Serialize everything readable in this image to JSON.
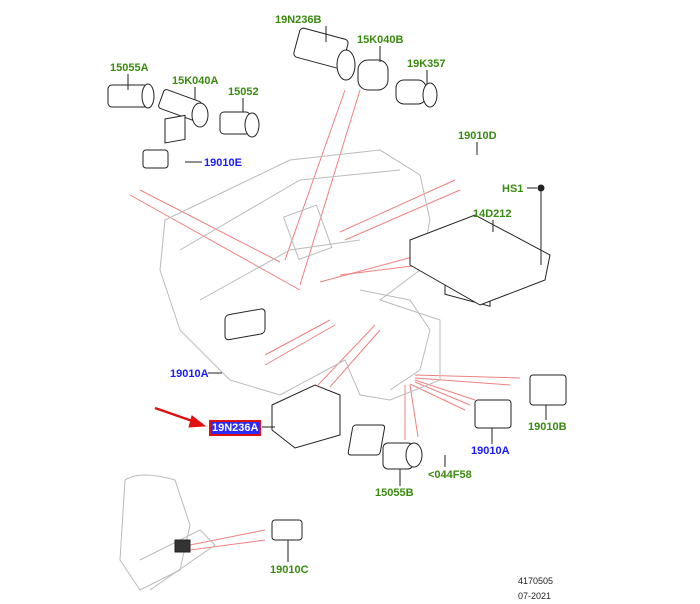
{
  "labels": {
    "p19N236B": "19N236B",
    "p15K040B": "15K040B",
    "p19K357": "19K357",
    "p15055A": "15055A",
    "p15K040A": "15K040A",
    "p15052": "15052",
    "p19010D": "19010D",
    "p19010E": "19010E",
    "pHS1": "HS1",
    "p14D212": "14D212",
    "p19010A_left": "19010A",
    "p19N236A": "19N236A",
    "p19010B": "19010B",
    "p19010A_right": "19010A",
    "p044F58": "<044F58",
    "p15055B": "15055B",
    "p19010C": "19010C"
  },
  "footer": {
    "drawing_number": "4170505",
    "date": "07-2021"
  },
  "colors": {
    "part_label": "#3a8a10",
    "linked_label": "#1a1aff",
    "highlight": "#e01010",
    "leader": "#f08080"
  }
}
